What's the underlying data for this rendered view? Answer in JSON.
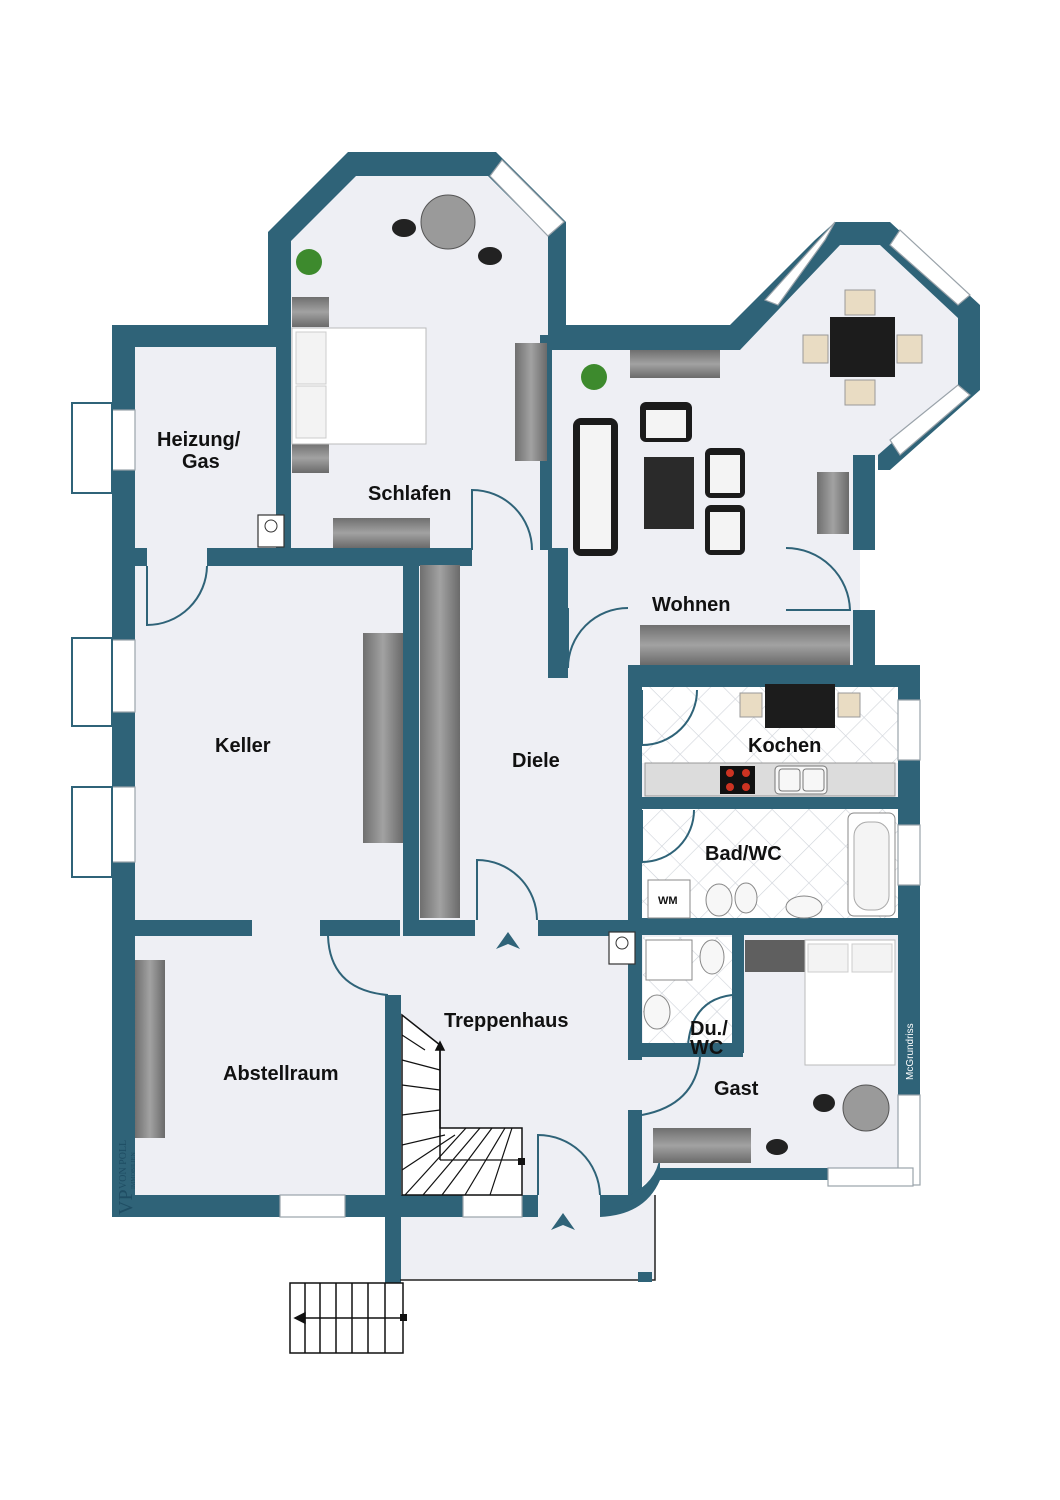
{
  "colors": {
    "wall": "#2f6378",
    "floor": "#eeeff4",
    "furniture_gray": "#8c8c8c",
    "tile": "#ffffff"
  },
  "rooms": {
    "heizung": "Heizung/",
    "heizung_2": "Gas",
    "schlafen": "Schlafen",
    "wohnen": "Wohnen",
    "keller": "Keller",
    "diele": "Diele",
    "kochen": "Kochen",
    "bad": "Bad/WC",
    "treppenhaus": "Treppenhaus",
    "abstellraum": "Abstellraum",
    "du_wc": "Du./",
    "du_wc_2": "WC",
    "gast": "Gast"
  },
  "fixtures": {
    "washing_machine": "WM"
  },
  "branding": {
    "logo_mark": "VP",
    "logo_name": "VON POLL",
    "logo_sub": "IMMOBILIEN",
    "credit": "McGrundriss"
  },
  "icons": [
    "entrance-arrow-icon",
    "chair-icon",
    "plant-icon",
    "boiler-icon",
    "stove-icon",
    "sink-icon",
    "bathtub-icon",
    "toilet-icon"
  ]
}
